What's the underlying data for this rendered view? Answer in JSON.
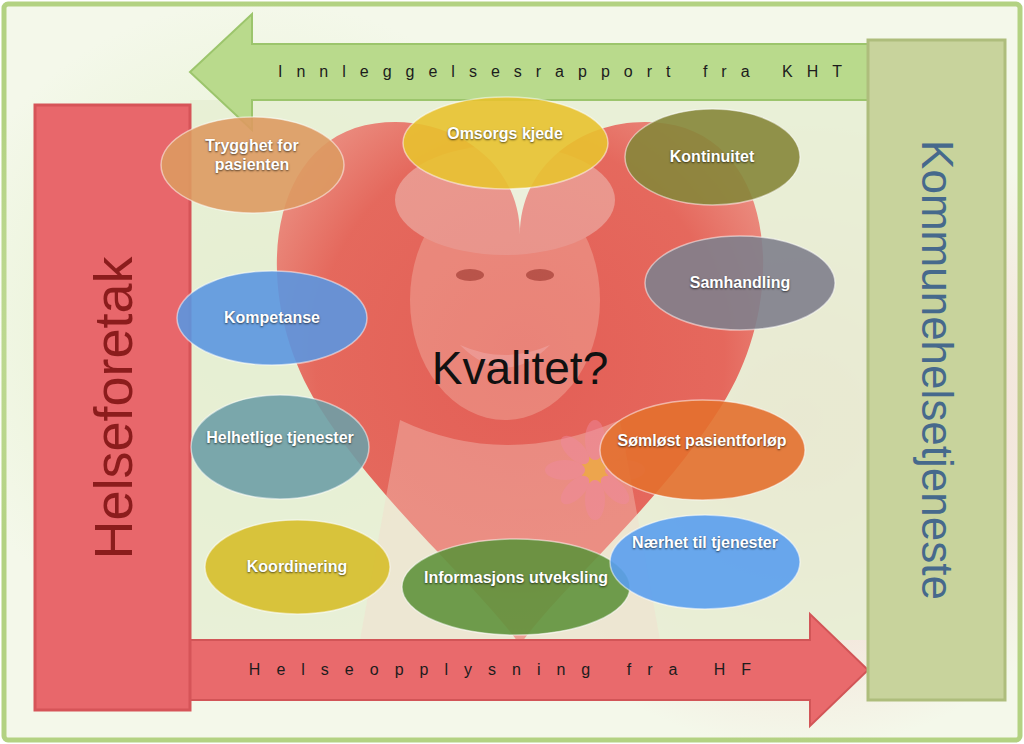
{
  "diagram": {
    "nodes": [
      {
        "text": [
          "Helseforetak"
        ]
      },
      {
        "text": [
          "Kommunehelsetjeneste"
        ]
      },
      {
        "text": [
          "Trygghet for pasienten"
        ]
      },
      {
        "text": [
          "Omsorgs kjede"
        ]
      },
      {
        "text": [
          "Kontinuitet"
        ]
      },
      {
        "text": [
          "Samhandling"
        ]
      },
      {
        "text": [
          "Kompetanse"
        ]
      },
      {
        "text": [
          "Helhetlige tjenester"
        ]
      },
      {
        "text": [
          "Sømløst pasientforløp"
        ]
      },
      {
        "text": [
          "Koordinering"
        ]
      },
      {
        "text": [
          "Informasjons utveksling"
        ]
      },
      {
        "text": [
          "Nærhet til tjenester"
        ]
      }
    ],
    "edges": [
      {
        "from": 1,
        "to": 0,
        "arrow": "to",
        "label": "Innleggelsesrapport fra KHT"
      },
      {
        "from": 0,
        "to": 1,
        "arrow": "to",
        "label": "Helseopplysning fra HF"
      }
    ],
    "labels": [
      "Kvalitet?"
    ]
  }
}
